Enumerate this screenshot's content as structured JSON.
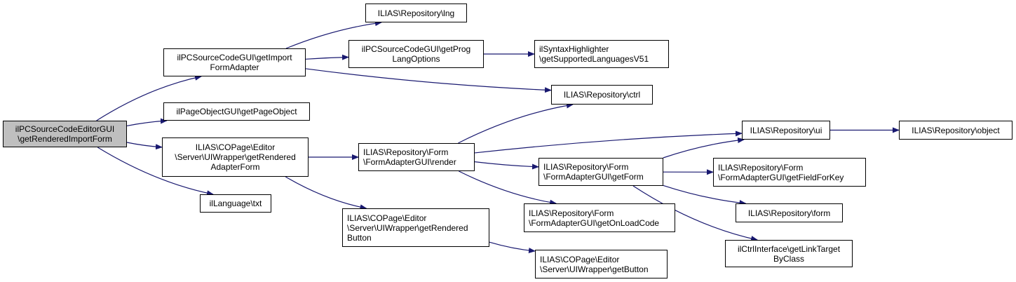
{
  "colors": {
    "edge": "#191970",
    "node_border": "#000000",
    "root_fill": "#bfbfbf",
    "node_fill": "#ffffff"
  },
  "nodes": [
    {
      "id": "root",
      "label": "ilPCSourceCodeEditorGUI\n\\getRenderedImportForm"
    },
    {
      "id": "getImportFormAdapter",
      "label": "ilPCSourceCodeGUI\\getImport\nFormAdapter"
    },
    {
      "id": "getPageObject",
      "label": "ilPageObjectGUI\\getPageObject"
    },
    {
      "id": "getRenderedAdapterForm",
      "label": "ILIAS\\COPage\\Editor\n\\Server\\UIWrapper\\getRendered\nAdapterForm"
    },
    {
      "id": "txt",
      "label": "ilLanguage\\txt"
    },
    {
      "id": "lng",
      "label": "ILIAS\\Repository\\lng"
    },
    {
      "id": "getProgLangOptions",
      "label": "ilPCSourceCodeGUI\\getProg\nLangOptions"
    },
    {
      "id": "getSupportedLanguagesV51",
      "label": "ilSyntaxHighlighter\n\\getSupportedLanguagesV51"
    },
    {
      "id": "ctrl",
      "label": "ILIAS\\Repository\\ctrl"
    },
    {
      "id": "render",
      "label": "ILIAS\\Repository\\Form\n\\FormAdapterGUI\\render"
    },
    {
      "id": "getRenderedButton",
      "label": "ILIAS\\COPage\\Editor\n\\Server\\UIWrapper\\getRendered\nButton"
    },
    {
      "id": "getForm",
      "label": "ILIAS\\Repository\\Form\n\\FormAdapterGUI\\getForm"
    },
    {
      "id": "getOnLoadCode",
      "label": "ILIAS\\Repository\\Form\n\\FormAdapterGUI\\getOnLoadCode"
    },
    {
      "id": "getButton",
      "label": "ILIAS\\COPage\\Editor\n\\Server\\UIWrapper\\getButton"
    },
    {
      "id": "ui",
      "label": "ILIAS\\Repository\\ui"
    },
    {
      "id": "object",
      "label": "ILIAS\\Repository\\object"
    },
    {
      "id": "getFieldForKey",
      "label": "ILIAS\\Repository\\Form\n\\FormAdapterGUI\\getFieldForKey"
    },
    {
      "id": "form",
      "label": "ILIAS\\Repository\\form"
    },
    {
      "id": "getLinkTargetByClass",
      "label": "ilCtrlInterface\\getLinkTarget\nByClass"
    }
  ],
  "edges": [
    {
      "from": "root",
      "to": "getImportFormAdapter"
    },
    {
      "from": "root",
      "to": "getPageObject"
    },
    {
      "from": "root",
      "to": "getRenderedAdapterForm"
    },
    {
      "from": "root",
      "to": "txt"
    },
    {
      "from": "getImportFormAdapter",
      "to": "lng"
    },
    {
      "from": "getImportFormAdapter",
      "to": "getProgLangOptions"
    },
    {
      "from": "getImportFormAdapter",
      "to": "ctrl"
    },
    {
      "from": "getProgLangOptions",
      "to": "getSupportedLanguagesV51"
    },
    {
      "from": "getRenderedAdapterForm",
      "to": "render"
    },
    {
      "from": "getRenderedAdapterForm",
      "to": "getRenderedButton"
    },
    {
      "from": "render",
      "to": "ctrl"
    },
    {
      "from": "render",
      "to": "ui"
    },
    {
      "from": "render",
      "to": "getForm"
    },
    {
      "from": "render",
      "to": "getOnLoadCode"
    },
    {
      "from": "getRenderedButton",
      "to": "getButton"
    },
    {
      "from": "ui",
      "to": "object"
    },
    {
      "from": "getForm",
      "to": "ui"
    },
    {
      "from": "getForm",
      "to": "getFieldForKey"
    },
    {
      "from": "getForm",
      "to": "form"
    },
    {
      "from": "getForm",
      "to": "getLinkTargetByClass"
    }
  ]
}
